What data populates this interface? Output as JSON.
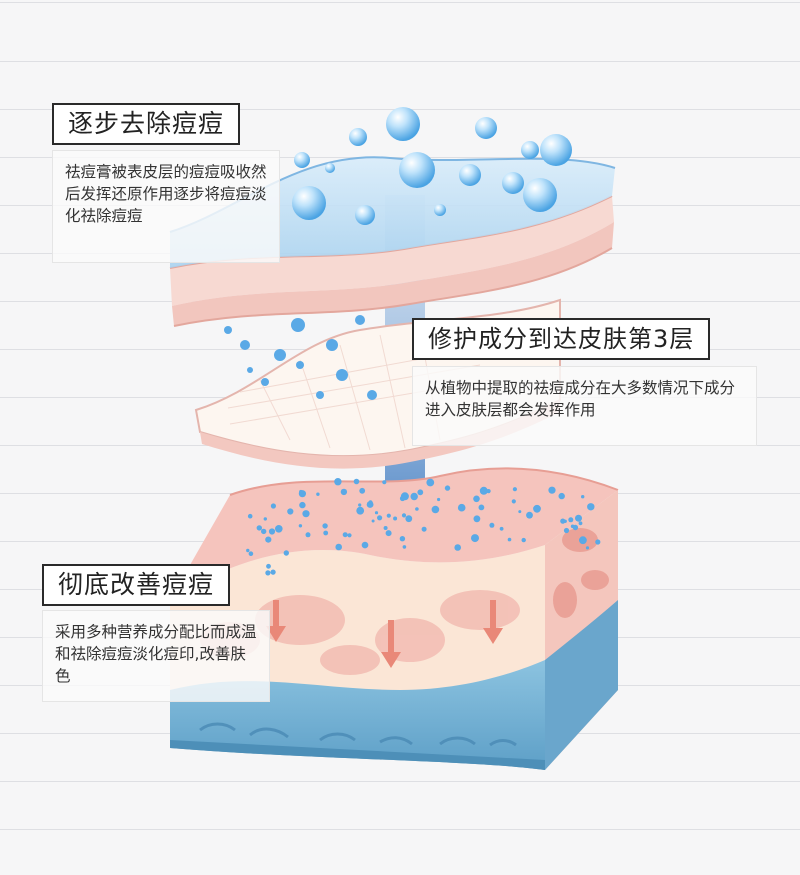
{
  "callouts": [
    {
      "title": "逐步去除痘痘",
      "description": "祛痘膏被表皮层的痘痘吸收然后发挥还原作用逐步将痘痘淡化祛除痘痘"
    },
    {
      "title": "修护成分到达皮肤第3层",
      "description": "从植物中提取的祛痘成分在大多数情况下成分进入皮肤层都会发挥作用"
    },
    {
      "title": "彻底改善痘痘",
      "description": "采用多种营养成分配比而成温和祛除痘痘淡化痘印,改善肤色"
    }
  ],
  "colors": {
    "skin_pink": "#f4c9c4",
    "skin_cream": "#fbe9dc",
    "dermis_blue": "#7fb8d8",
    "arrow_blue": "#6f9fd4",
    "arrow_red": "#e88a7a",
    "bubble": "#5aa9e6"
  }
}
